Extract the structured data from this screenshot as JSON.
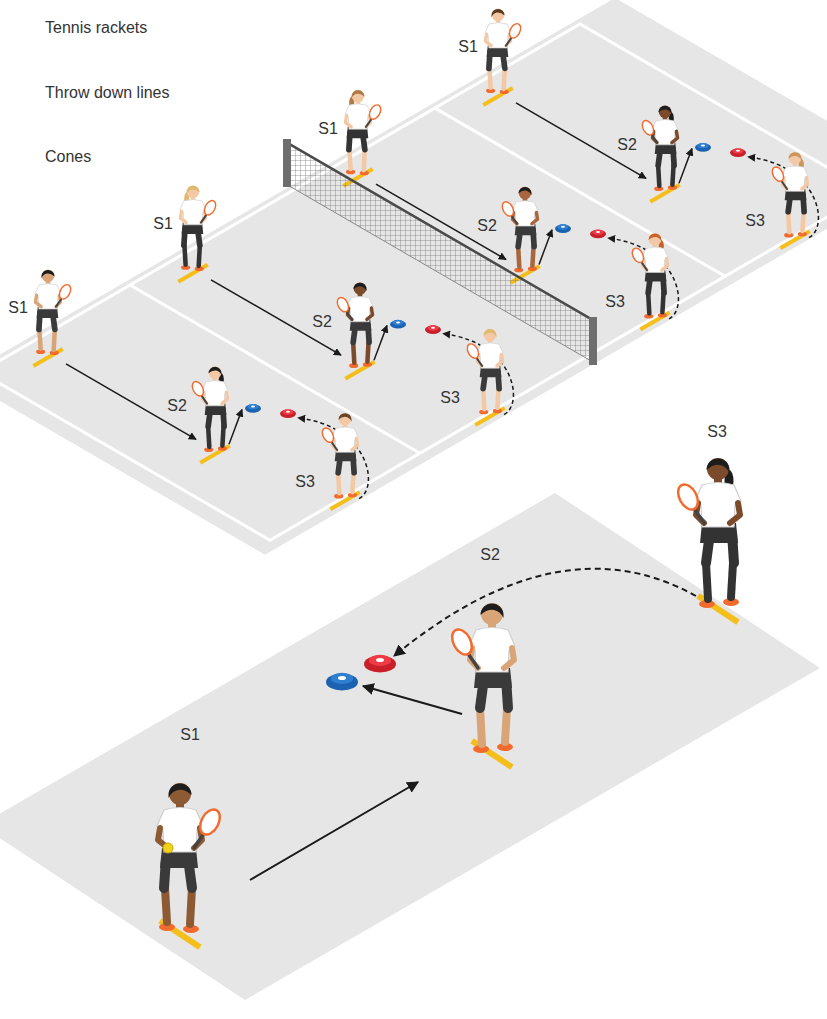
{
  "diagram": {
    "labels": [
      "Tennis rackets",
      "Throw down lines",
      "Cones",
      "S1",
      "S1",
      "S1",
      "S1",
      "S2",
      "S2",
      "S2",
      "S2",
      "S3",
      "S3",
      "S3",
      "S3",
      "S3",
      "S2",
      "S1"
    ]
  }
}
